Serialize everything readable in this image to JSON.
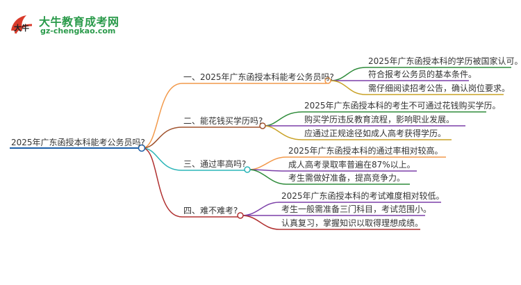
{
  "brand": {
    "name": "大牛教育成考网",
    "url": "gz-chengkao.com",
    "logo_char": "大牛"
  },
  "colors": {
    "root": "#1a5ea8",
    "branch1": "#f2994a",
    "branch2": "#a0522d",
    "branch3": "#2bb5b8",
    "branch4": "#b03030",
    "leaf1_line": "#2e8b3a",
    "leaf2_line": "#7b3fa8",
    "leaf3_line": "#c9a227"
  },
  "mindmap": {
    "root": "2025年广东函授本科能考公务员吗?",
    "branches": [
      {
        "label": "一、2025年广东函授本科能考公务员吗?",
        "leaves": [
          "2025年广东函授本科的学历被国家认可。",
          "符合报考公务员的基本条件。",
          "需仔细阅读招考公告，确认岗位要求。"
        ]
      },
      {
        "label": "二、能花钱买学历吗?",
        "leaves": [
          "2025年广东函授本科的考生不可通过花钱购买学历。",
          "购买学历违反教育流程，影响职业发展。",
          "应通过正规途径如成人高考获得学历。"
        ]
      },
      {
        "label": "三、通过率高吗?",
        "leaves": [
          "2025年广东函授本科的通过率相对较高。",
          "成人高考录取率普遍在87%以上。",
          "考生需做好准备，提高竞争力。"
        ]
      },
      {
        "label": "四、难不难考?",
        "leaves": [
          "2025年广东函授本科的考试难度相对较低。",
          "考生一般需准备三门科目，考试范围小。",
          "认真复习，掌握知识以取得理想成绩。"
        ]
      }
    ]
  }
}
